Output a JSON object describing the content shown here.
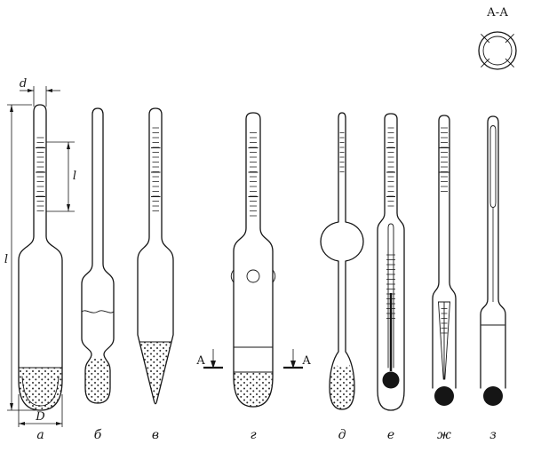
{
  "meta": {
    "background": "#ffffff",
    "ink": "#151515",
    "drawing_kind": "hydrometer-variants-technical-drawing"
  },
  "section_view": {
    "title": "А-А"
  },
  "dims": {
    "d": "d",
    "l_total": "l",
    "l_scale": "l",
    "D": "D",
    "section_a_left": "А",
    "section_a_right": "А"
  },
  "captions": {
    "a": "а",
    "b": "б",
    "v": "в",
    "g": "г",
    "d": "д",
    "e": "е",
    "zh": "ж",
    "z": "з"
  }
}
